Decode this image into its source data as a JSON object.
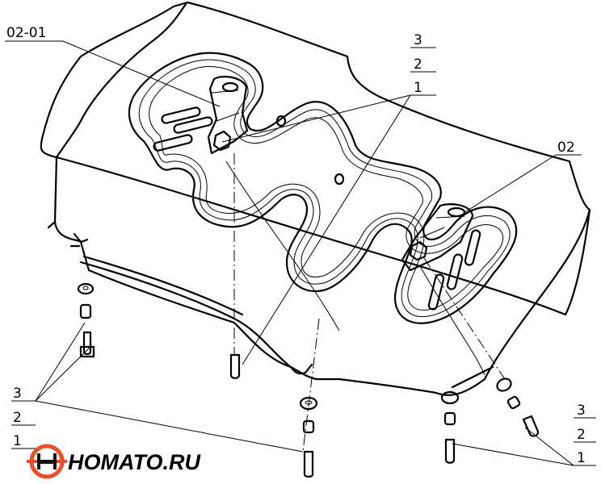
{
  "callouts": {
    "top_left": "02-01",
    "top_center": [
      "3",
      "2",
      "1"
    ],
    "right": "02",
    "bottom_left": [
      "3",
      "2",
      "1"
    ],
    "bottom_right": [
      "3",
      "2",
      "1"
    ]
  },
  "logo": {
    "text": "HOMATO.RU",
    "colors": {
      "ring": "#e8502a",
      "mark": "#111111"
    }
  }
}
